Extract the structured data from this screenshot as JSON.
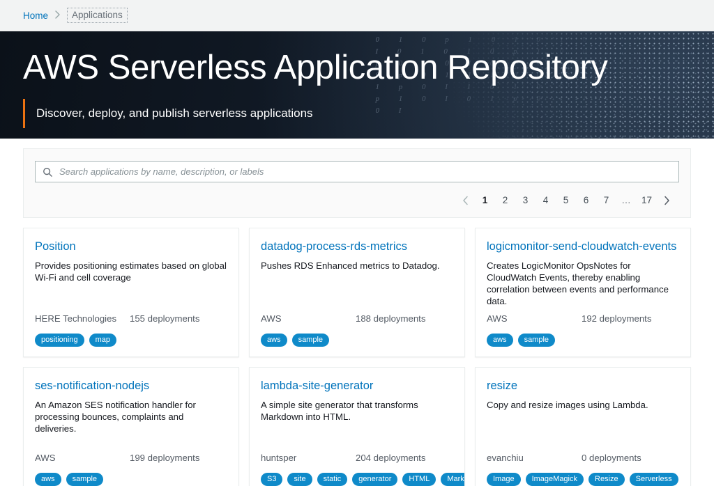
{
  "breadcrumb": {
    "home_label": "Home",
    "separator": "›",
    "current_label": "Applications"
  },
  "hero": {
    "title": "AWS Serverless Application Repository",
    "subtitle": "Discover, deploy, and publish serverless applications",
    "accent_color": "#ec7211",
    "background_color": "#101822",
    "glyph_texture": "0 1 0 p 1 0 I 0 1 0 0 1 p 0 1 I 0 1 0 1 0 p 1 0 0 I 1 0 1 0 p 0 1 0 I 0 1 1 0 p 1 0 I 0 1 0 p 0 1 I 1 0 0 p 1 0 I 0 1 0 1 p 0 I 1 0 1 0 0 p 1 I 0 1 0 p 1 0 I 0 1 p 0 1 I 1 0 p 0 1 0 I"
  },
  "search": {
    "placeholder": "Search applications by name, description, or labels",
    "value": "",
    "icon": "search-icon"
  },
  "pagination": {
    "prev_icon": "chevron-left-icon",
    "next_icon": "chevron-right-icon",
    "pages": [
      "1",
      "2",
      "3",
      "4",
      "5",
      "6",
      "7",
      "…",
      "17"
    ],
    "active_page": "1",
    "ellipsis_index": 7
  },
  "cards": [
    {
      "title": "Position",
      "description": "Provides positioning estimates based on global Wi-Fi and cell coverage",
      "author": "HERE Technologies",
      "deployments": "155 deployments",
      "tags": [
        "positioning",
        "map"
      ]
    },
    {
      "title": "datadog-process-rds-metrics",
      "description": "Pushes RDS Enhanced metrics to Datadog.",
      "author": "AWS",
      "deployments": "188 deployments",
      "tags": [
        "aws",
        "sample"
      ]
    },
    {
      "title": "logicmonitor-send-cloudwatch-events",
      "description": "Creates LogicMonitor OpsNotes for CloudWatch Events, thereby enabling correlation between events and performance data.",
      "author": "AWS",
      "deployments": "192 deployments",
      "tags": [
        "aws",
        "sample"
      ]
    },
    {
      "title": "ses-notification-nodejs",
      "description": "An Amazon SES notification handler for processing bounces, complaints and deliveries.",
      "author": "AWS",
      "deployments": "199 deployments",
      "tags": [
        "aws",
        "sample"
      ]
    },
    {
      "title": "lambda-site-generator",
      "description": "A simple site generator that transforms Markdown into HTML.",
      "author": "huntsper",
      "deployments": "204 deployments",
      "tags": [
        "S3",
        "site",
        "static",
        "generator",
        "HTML",
        "Markdown"
      ]
    },
    {
      "title": "resize",
      "description": "Copy and resize images using Lambda.",
      "author": "evanchiu",
      "deployments": "0 deployments",
      "tags": [
        "Image",
        "ImageMagick",
        "Resize",
        "Serverless"
      ]
    }
  ],
  "colors": {
    "link_blue": "#0073bb",
    "tag_blue": "#0f8ac9",
    "accent_orange": "#ec7211",
    "text_dark": "#16191f",
    "text_muted": "#545b64"
  }
}
